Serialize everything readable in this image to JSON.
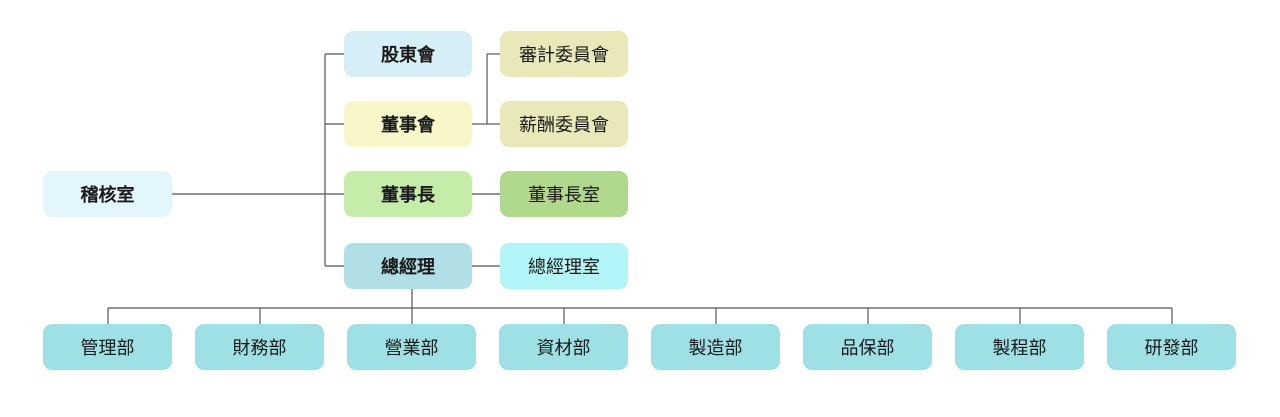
{
  "org_chart": {
    "audit_office": {
      "label": "稽核室",
      "color": "#e3f6fc"
    },
    "shareholders": {
      "label": "股東會",
      "color": "#d6eef6"
    },
    "board": {
      "label": "董事會",
      "color": "#f8f7c9"
    },
    "chairman": {
      "label": "董事長",
      "color": "#c6eca9"
    },
    "general_manager": {
      "label": "總經理",
      "color": "#b0e0e6"
    },
    "audit_committee": {
      "label": "審計委員會",
      "color": "#e9e8b9"
    },
    "compensation_committee": {
      "label": "薪酬委員會",
      "color": "#e9e8b9"
    },
    "chairman_office": {
      "label": "董事長室",
      "color": "#b1d98d"
    },
    "gm_office": {
      "label": "總經理室",
      "color": "#b3f5f7"
    },
    "departments": [
      {
        "id": "management",
        "label": "管理部"
      },
      {
        "id": "finance",
        "label": "財務部"
      },
      {
        "id": "sales",
        "label": "營業部"
      },
      {
        "id": "materials",
        "label": "資材部"
      },
      {
        "id": "manufacturing",
        "label": "製造部"
      },
      {
        "id": "quality",
        "label": "品保部"
      },
      {
        "id": "process",
        "label": "製程部"
      },
      {
        "id": "rnd",
        "label": "研發部"
      }
    ],
    "department_color": "#9fe0e4",
    "line_color": "#555555"
  }
}
